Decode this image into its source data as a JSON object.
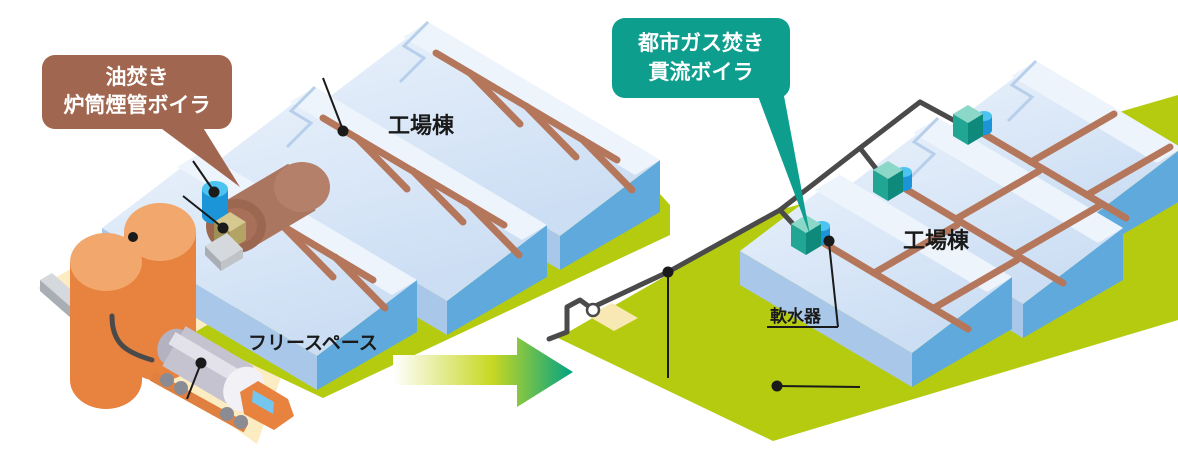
{
  "before": {
    "boiler_label": {
      "line1": "油焚き",
      "line2": "炉筒煙管ボイラ"
    },
    "factory_label": "工場棟",
    "free_space_label": "フリースペース"
  },
  "after": {
    "boiler_label": {
      "line1": "都市ガス焚き",
      "line2": "貫流ボイラ"
    },
    "factory_label": "工場棟",
    "softener_label": "軟水器"
  },
  "colors": {
    "callout_brown": "#a1664f",
    "callout_teal": "#0d9e8e",
    "ground_green": "#b4cb10",
    "ground_cream": "#fbecc2",
    "meter_pad_cream": "#f8e8b4",
    "roof_light": "#dbe8f7",
    "roof_cap_white": "#eef4fc",
    "wall_medium": "#a9c7e9",
    "wall_deep": "#5fa9dc",
    "steam_pipe_brown": "#b5775c",
    "gas_pipe_dark": "#4a4a4a",
    "tank_orange": "#e8823f",
    "tank_orange_top": "#f2a76c",
    "boiler_brown": "#ab7660",
    "unit_teal": "#21a694",
    "unit_teal_top": "#8bd7c8",
    "softener_blue": "#1b94d8",
    "arrow_gradient_start": "#ffffff",
    "arrow_gradient_mid": "#c8d822",
    "arrow_gradient_end": "#00a283"
  }
}
